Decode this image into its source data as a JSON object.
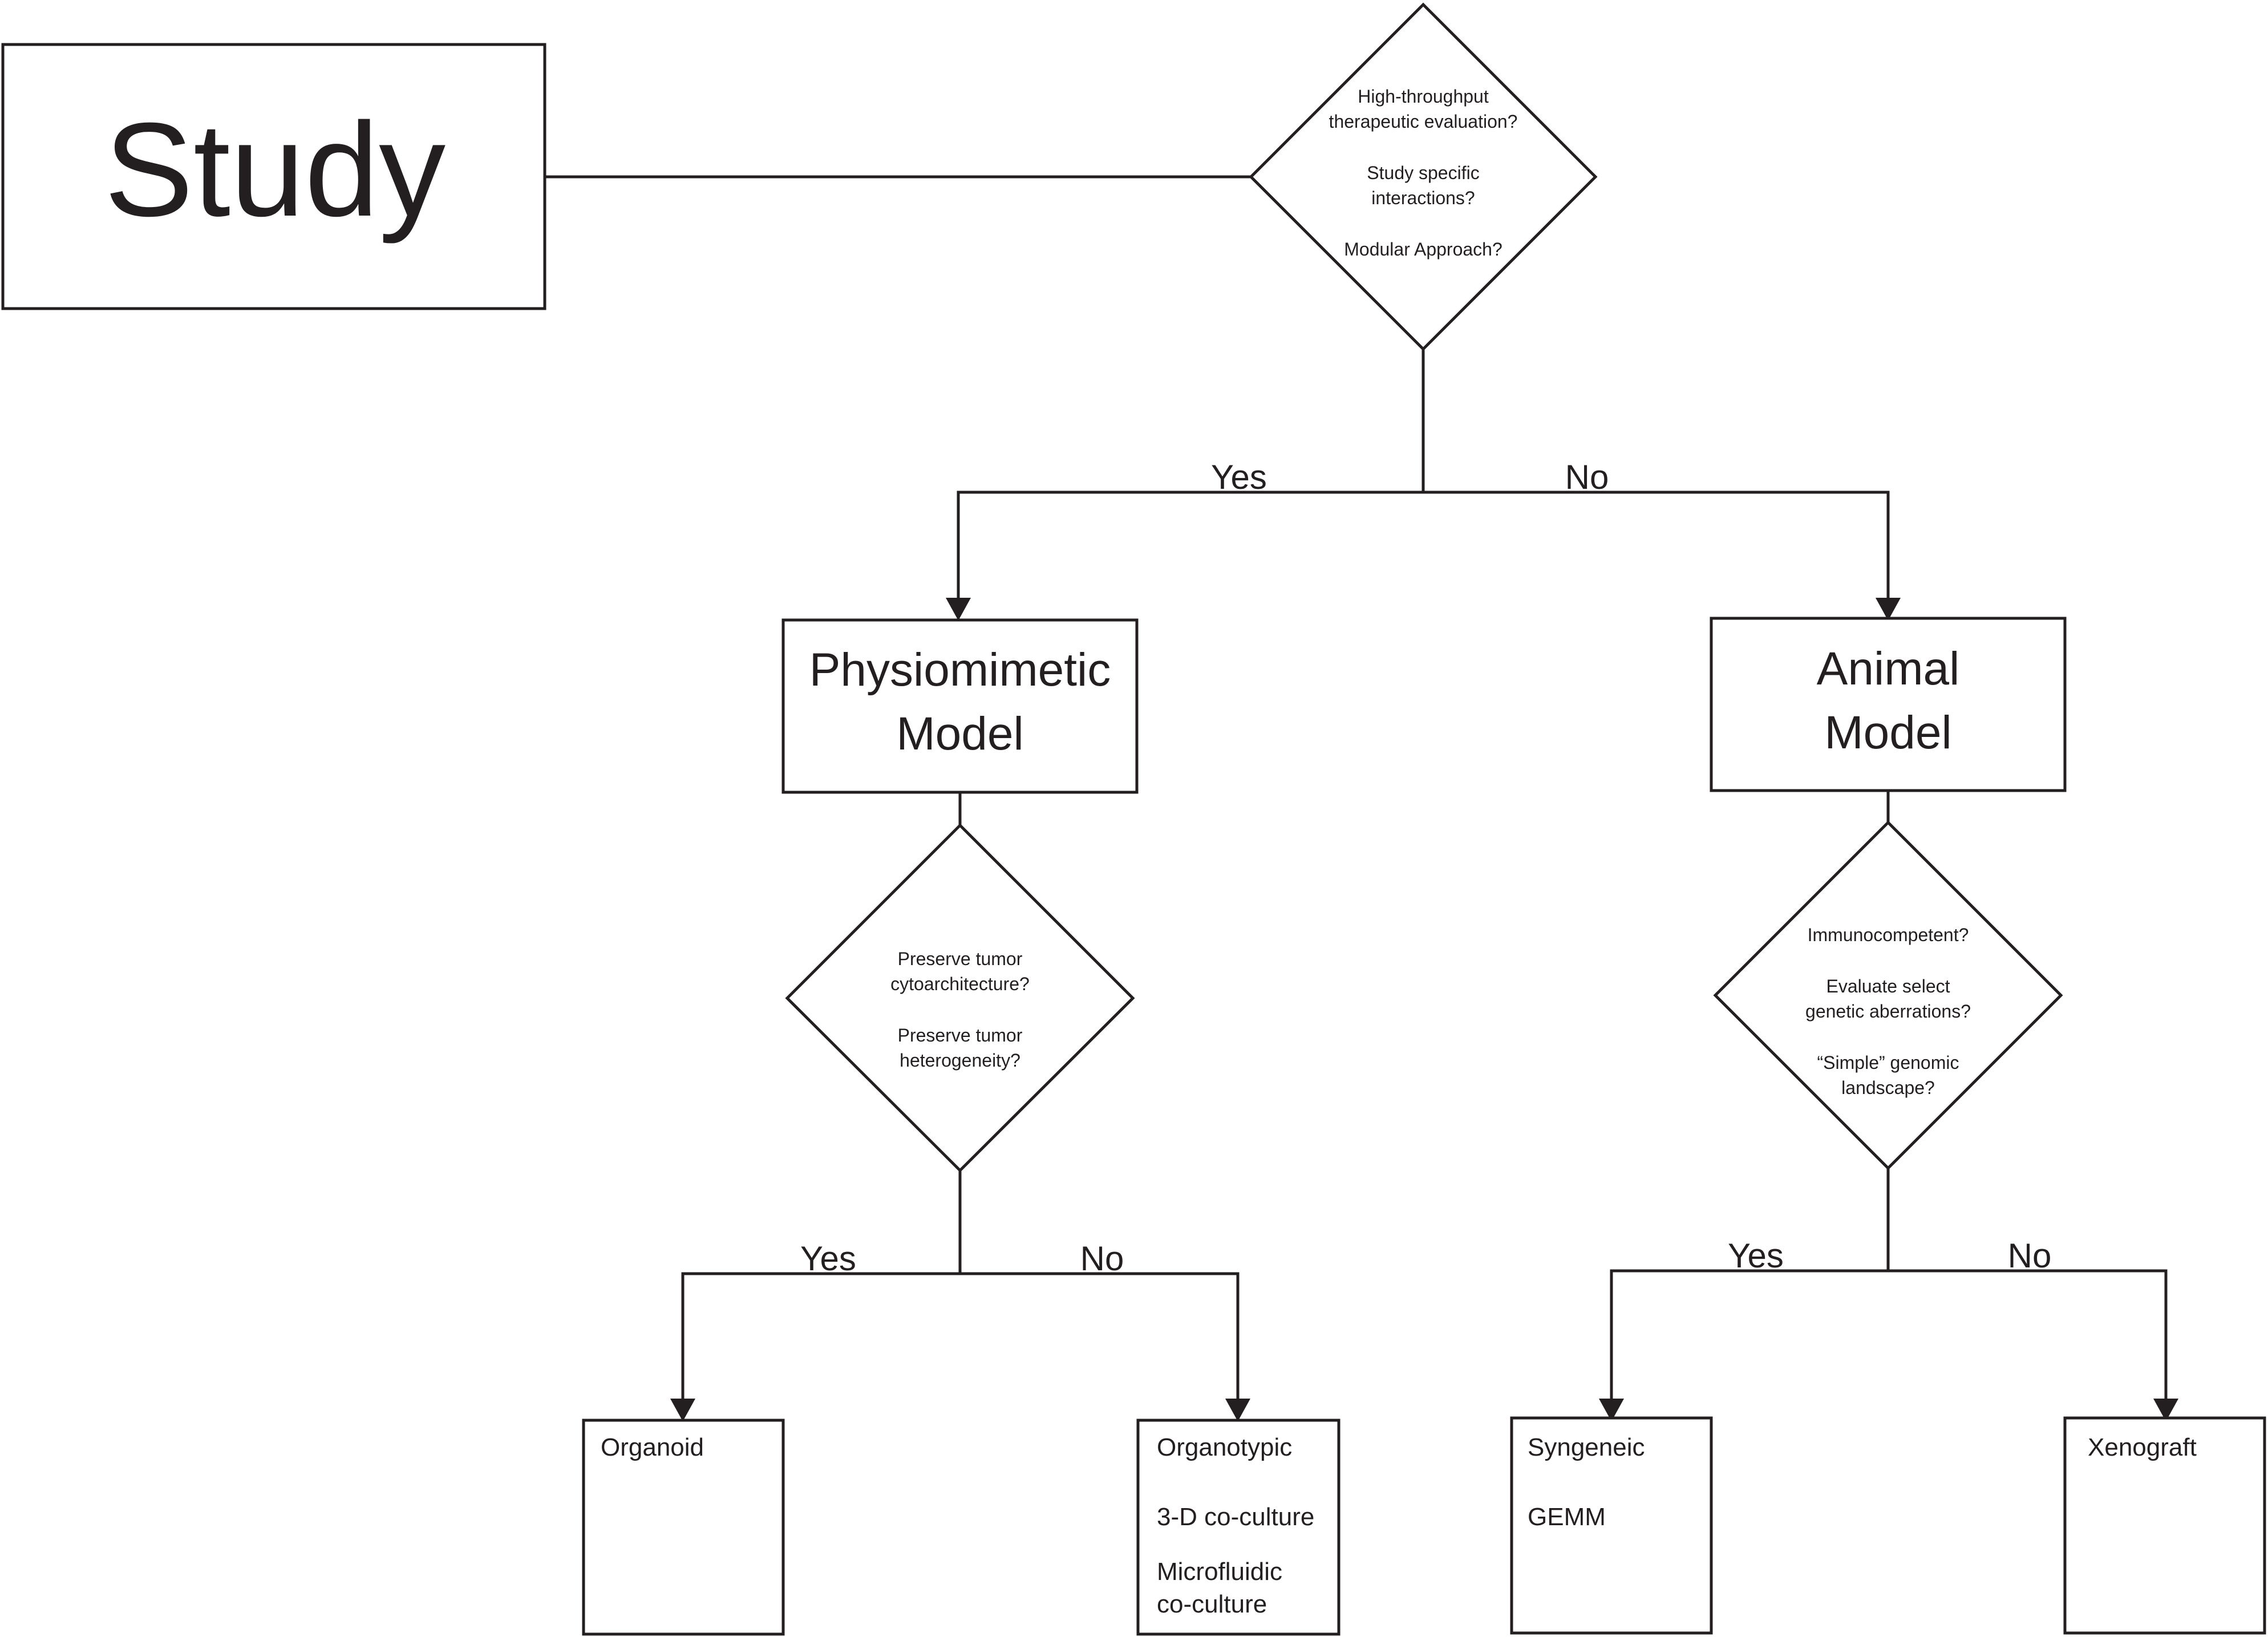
{
  "diagram": {
    "start": {
      "label": "Study"
    },
    "decision_top": {
      "lines": [
        "High-throughput",
        "therapeutic evaluation?",
        "Study specific",
        "interactions?",
        "Modular Approach?"
      ]
    },
    "top_yes": "Yes",
    "top_no": "No",
    "physio": {
      "line1": "Physiomimetic",
      "line2": "Model"
    },
    "animal": {
      "line1": "Animal",
      "line2": "Model"
    },
    "decision_left": {
      "lines": [
        "Preserve tumor",
        "cytoarchitecture?",
        "Preserve tumor",
        "heterogeneity?"
      ]
    },
    "decision_right": {
      "lines": [
        "Immunocompetent?",
        "Evaluate select",
        "genetic aberrations?",
        "“Simple” genomic",
        "landscape?"
      ]
    },
    "left_yes": "Yes",
    "left_no": "No",
    "right_yes": "Yes",
    "right_no": "No",
    "organoid": {
      "line1": "Organoid"
    },
    "organotypic": {
      "line1": "Organotypic",
      "line2": "3-D co-culture",
      "line3": "Microfluidic",
      "line4": "co-culture"
    },
    "syngeneic": {
      "line1": "Syngeneic",
      "line2": "GEMM"
    },
    "xenograft": {
      "line1": "Xenograft"
    }
  }
}
